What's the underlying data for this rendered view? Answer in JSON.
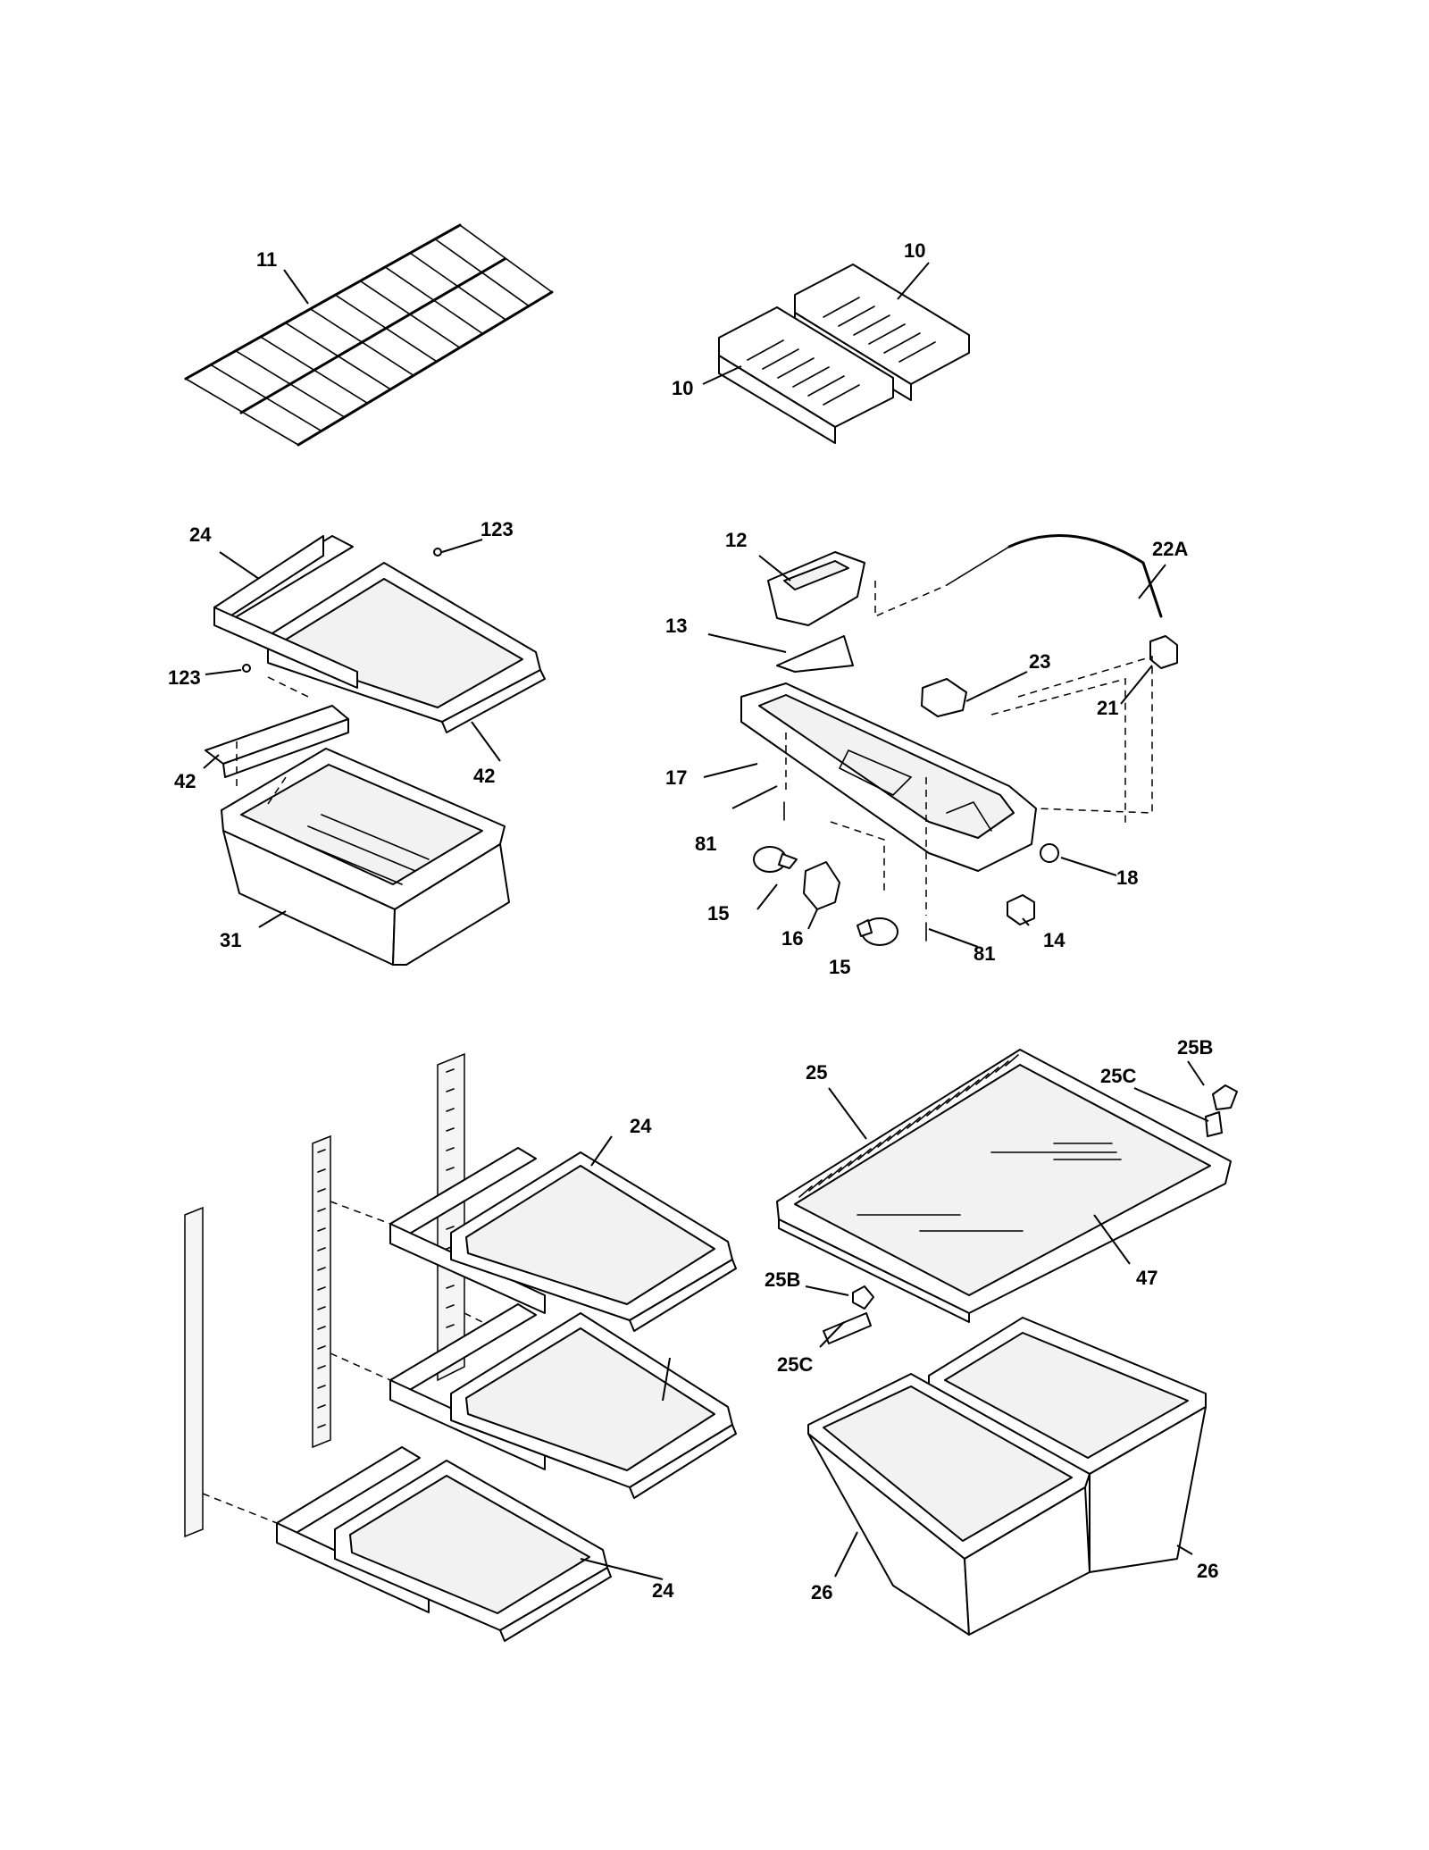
{
  "callouts": {
    "c10a": "10",
    "c10b": "10",
    "c11": "11",
    "c12": "12",
    "c13": "13",
    "c14": "14",
    "c15a": "15",
    "c15b": "15",
    "c16": "16",
    "c17": "17",
    "c18": "18",
    "c21": "21",
    "c22a": "22A",
    "c23": "23",
    "c24a": "24",
    "c24b": "24",
    "c24c": "24",
    "c25": "25",
    "c25b1": "25B",
    "c25b2": "25B",
    "c25c1": "25C",
    "c25c2": "25C",
    "c26a": "26",
    "c26b": "26",
    "c31": "31",
    "c42a": "42",
    "c42b": "42",
    "c47": "47",
    "c81a": "81",
    "c81b": "81",
    "c123a": "123",
    "c123b": "123"
  }
}
